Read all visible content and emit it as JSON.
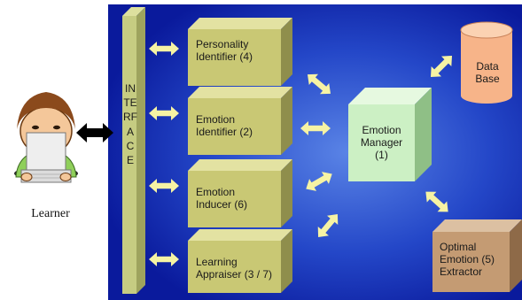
{
  "learner": {
    "label": "Learner"
  },
  "interface": {
    "label": "INTERFACE"
  },
  "modules": {
    "personality_identifier": "Personality\nIdentifier (4)",
    "emotion_identifier": "Emotion\nIdentifier (2)",
    "emotion_inducer": "Emotion\nInducer (6)",
    "learning_appraiser": "Learning\nAppraiser (3 / 7)",
    "emotion_manager": "Emotion\nManager\n(1)",
    "data_base": "Data\nBase",
    "optimal_emotion_extractor": "Optimal\nEmotion (5)\nExtractor"
  },
  "colors": {
    "background_blue": "#0a1a9c",
    "background_glow": "#5a84e6",
    "interface_bar": "#c6cc82",
    "module_box": "#c9c874",
    "manager_box": "#ccf0c4",
    "database": "#f7b489",
    "extractor_box": "#c49b73",
    "arrow": "#f6f3a4"
  }
}
